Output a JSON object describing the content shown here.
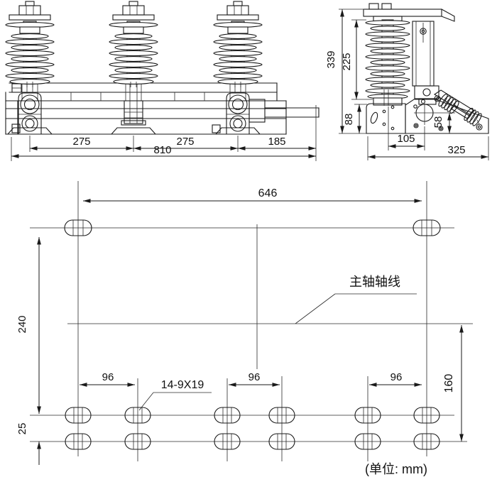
{
  "front_view": {
    "pole_spacings": [
      "275",
      "275"
    ],
    "end_offset": "185",
    "total_width": "810"
  },
  "side_view": {
    "total_height": "339",
    "insulator_height": "225",
    "base_height": "88",
    "shaft_center_height": "58",
    "shaft_offset": "105",
    "total_depth": "325"
  },
  "mounting_layout": {
    "hole_span": "646",
    "vertical_span": "240",
    "hole_spacings": [
      "96",
      "96",
      "96"
    ],
    "row_gap": "25",
    "axis_to_bottom_row": "160",
    "holes_label": "14-9X19",
    "axis_label": "主轴轴线",
    "unit_label": "(单位: mm)"
  },
  "colors": {
    "line": "#1a1a1a",
    "background": "#ffffff"
  }
}
